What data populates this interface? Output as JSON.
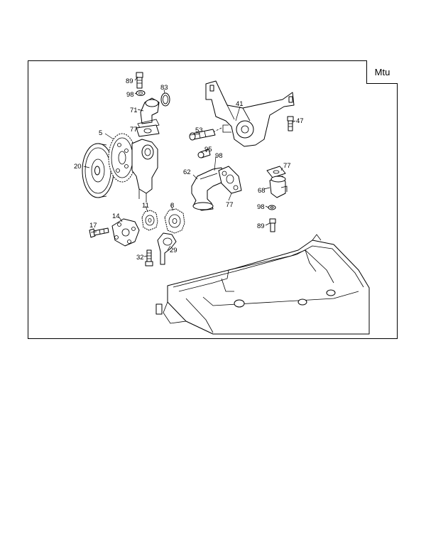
{
  "diagram": {
    "badge": "Mtu",
    "labels": [
      {
        "id": "89a",
        "text": "89"
      },
      {
        "id": "98a",
        "text": "98"
      },
      {
        "id": "83",
        "text": "83"
      },
      {
        "id": "71",
        "text": "71"
      },
      {
        "id": "77a",
        "text": "77"
      },
      {
        "id": "5",
        "text": "5"
      },
      {
        "id": "20",
        "text": "20"
      },
      {
        "id": "41",
        "text": "41"
      },
      {
        "id": "47",
        "text": "47"
      },
      {
        "id": "53",
        "text": "53"
      },
      {
        "id": "95",
        "text": "95"
      },
      {
        "id": "98b",
        "text": "98"
      },
      {
        "id": "62",
        "text": "62"
      },
      {
        "id": "77b",
        "text": "77"
      },
      {
        "id": "77c",
        "text": "77"
      },
      {
        "id": "68",
        "text": "68"
      },
      {
        "id": "98c",
        "text": "98"
      },
      {
        "id": "89b",
        "text": "89"
      },
      {
        "id": "11",
        "text": "11"
      },
      {
        "id": "8",
        "text": "8"
      },
      {
        "id": "14",
        "text": "14"
      },
      {
        "id": "17",
        "text": "17"
      },
      {
        "id": "32",
        "text": "32"
      },
      {
        "id": "29",
        "text": "29"
      }
    ]
  }
}
